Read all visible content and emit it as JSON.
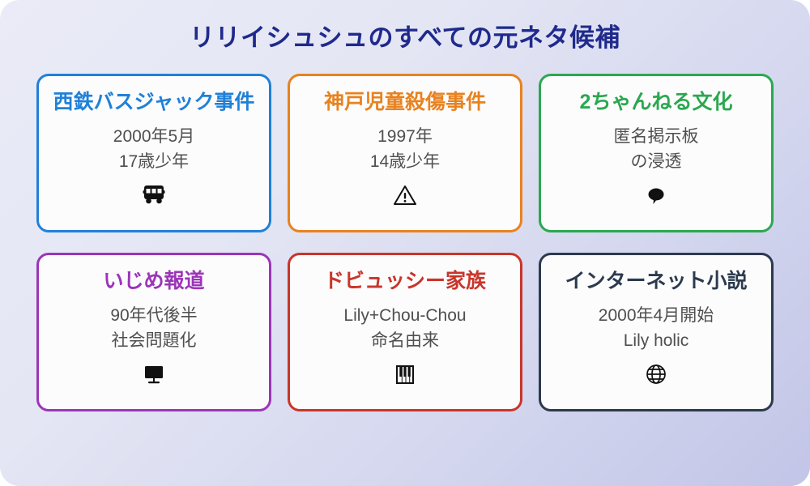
{
  "page": {
    "title": "リリイシュシュのすべての元ネタ候補",
    "title_color": "#1F2A8C",
    "background_from": "#EAEBF7",
    "background_to": "#C2C5E7",
    "card_background": "#FCFCFD",
    "body_text_color": "#4F4F4F"
  },
  "cards": [
    {
      "title": "西鉄バスジャック事件",
      "color": "#2080D8",
      "line1": "2000年5月",
      "line2": "17歳少年",
      "icon": "bus-icon"
    },
    {
      "title": "神戸児童殺傷事件",
      "color": "#E8821E",
      "line1": "1997年",
      "line2": "14歳少年",
      "icon": "warning-triangle-icon"
    },
    {
      "title": "2ちゃんねる文化",
      "color": "#2AA84F",
      "line1": "匿名掲示板",
      "line2": "の浸透",
      "icon": "speech-bubble-icon"
    },
    {
      "title": "いじめ報道",
      "color": "#9B35B8",
      "line1": "90年代後半",
      "line2": "社会問題化",
      "icon": "television-icon"
    },
    {
      "title": "ドビュッシー家族",
      "color": "#C9352A",
      "line1": "Lily+Chou-Chou",
      "line2": "命名由来",
      "icon": "piano-keys-icon"
    },
    {
      "title": "インターネット小説",
      "color": "#2C3A4E",
      "line1": "2000年4月開始",
      "line2": "Lily holic",
      "icon": "globe-icon"
    }
  ]
}
